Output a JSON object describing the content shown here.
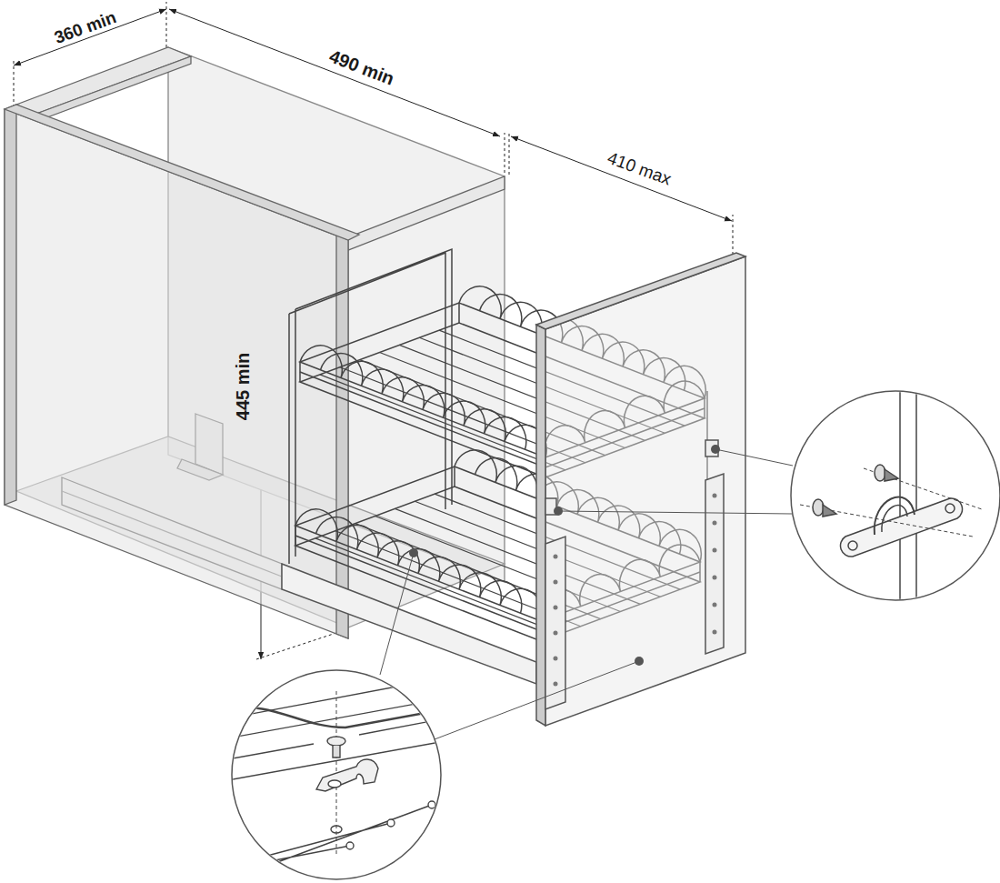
{
  "diagram": {
    "labels": [
      "360 min",
      "490 min",
      "410 max",
      "445 min"
    ]
  }
}
